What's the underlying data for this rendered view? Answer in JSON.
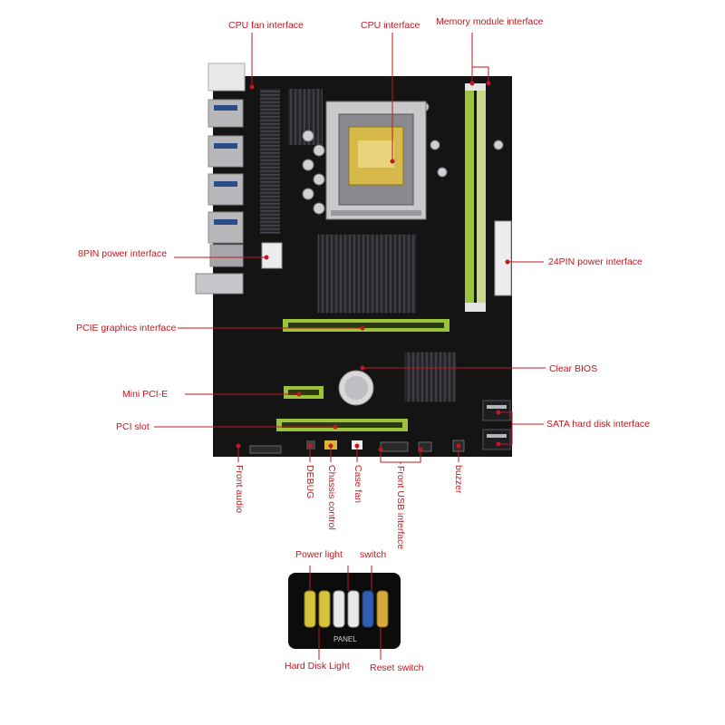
{
  "labels": {
    "cpu_fan": "CPU fan interface",
    "cpu": "CPU interface",
    "memory": "Memory module interface",
    "pin8": "8PIN power interface",
    "pin24": "24PIN power interface",
    "pcie": "PCIE graphics interface",
    "clear_bios": "Clear BIOS",
    "mini_pcie": "Mini PCI-E",
    "pci_slot": "PCI slot",
    "sata": "SATA hard disk interface",
    "front_audio": "Front audio",
    "debug": "DEBUG",
    "chassis_control": "Chassis control",
    "case_fan": "Case fan",
    "front_usb": "Front USB interface",
    "buzzer": "buzzer",
    "power_light": "Power light",
    "switch": "switch",
    "hard_disk_light": "Hard Disk Light",
    "reset_switch": "Reset switch",
    "panel_silk": "PANEL"
  },
  "colors": {
    "label": "#c0181f",
    "leader": "#c0181f",
    "pcb": "#141414",
    "slot_green": "#9bc43a",
    "heatsink": "#2a2a2c",
    "io_metal": "#b8b8bc"
  }
}
